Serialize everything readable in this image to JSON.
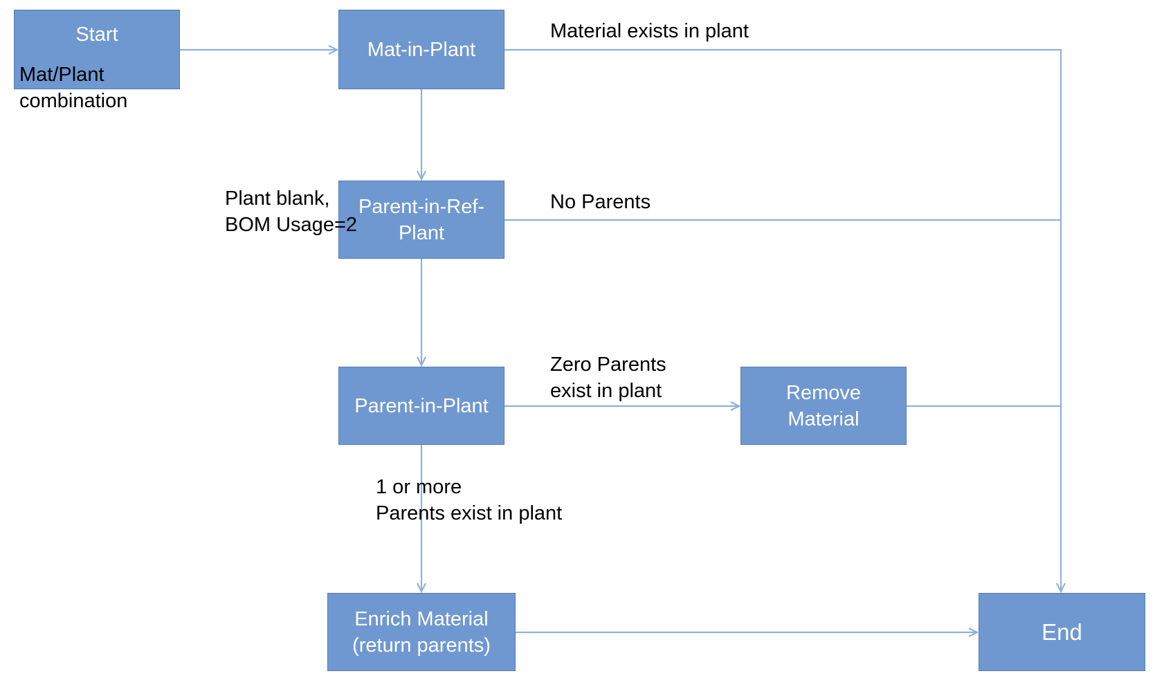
{
  "colors": {
    "node_fill": "#6f98d0",
    "node_border": "#4f7bb5",
    "node_text": "#ffffff",
    "edge": "#8fb0dc",
    "label_text": "#000000"
  },
  "nodes": {
    "start": {
      "lines": [
        "Start"
      ]
    },
    "mat_in_plant": {
      "lines": [
        "Mat-in-Plant"
      ]
    },
    "parent_in_ref_plant": {
      "lines": [
        "Parent-in-Ref-",
        "Plant"
      ]
    },
    "parent_in_plant": {
      "lines": [
        "Parent-in-Plant"
      ]
    },
    "remove_material": {
      "lines": [
        "Remove",
        "Material"
      ]
    },
    "enrich_material": {
      "lines": [
        "Enrich Material",
        "(return parents)"
      ]
    },
    "end": {
      "lines": [
        "End"
      ]
    }
  },
  "labels": {
    "start_note": [
      "Mat/Plant",
      "combination"
    ],
    "material_exists": [
      "Material exists in plant"
    ],
    "ref_plant_note": [
      "Plant blank,",
      "BOM Usage=2"
    ],
    "no_parents": [
      "No Parents"
    ],
    "zero_parents": [
      "Zero Parents",
      "exist in plant"
    ],
    "one_or_more": [
      "1 or more",
      "Parents exist in plant"
    ]
  }
}
